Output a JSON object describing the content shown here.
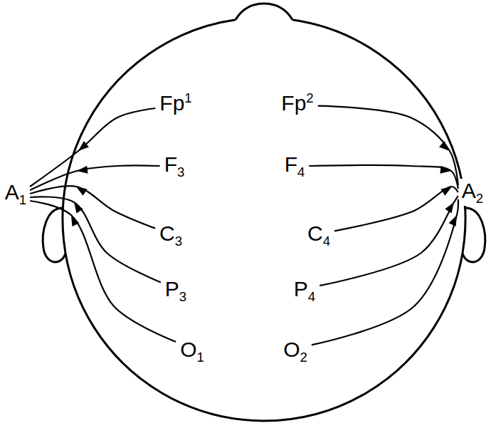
{
  "diagram": {
    "nodes": [
      {
        "text": [
          "Fp1"
        ]
      },
      {
        "text": [
          "Fp2"
        ]
      },
      {
        "text": [
          "F3"
        ]
      },
      {
        "text": [
          "F4"
        ]
      },
      {
        "text": [
          "A1"
        ]
      },
      {
        "text": [
          "A2"
        ]
      },
      {
        "text": [
          "C3"
        ]
      },
      {
        "text": [
          "C4"
        ]
      },
      {
        "text": [
          "P3"
        ]
      },
      {
        "text": [
          "P4"
        ]
      },
      {
        "text": [
          "O1"
        ]
      },
      {
        "text": [
          "O2"
        ]
      }
    ],
    "edges": [
      {
        "from": 0,
        "to": 4,
        "arrow": "to"
      },
      {
        "from": 1,
        "to": 5,
        "arrow": "to"
      },
      {
        "from": 2,
        "to": 4,
        "arrow": "to"
      },
      {
        "from": 3,
        "to": 5,
        "arrow": "to"
      },
      {
        "from": 6,
        "to": 4,
        "arrow": "to"
      },
      {
        "from": 7,
        "to": 5,
        "arrow": "to"
      },
      {
        "from": 8,
        "to": 4,
        "arrow": "to"
      },
      {
        "from": 9,
        "to": 5,
        "arrow": "to"
      },
      {
        "from": 10,
        "to": 4,
        "arrow": "to"
      },
      {
        "from": 11,
        "to": 5,
        "arrow": "to"
      }
    ]
  }
}
